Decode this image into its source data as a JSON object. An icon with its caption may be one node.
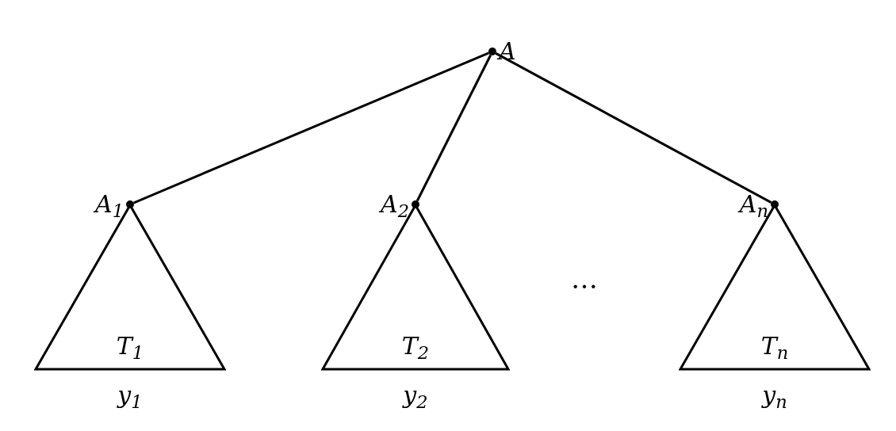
{
  "diagram": {
    "nodes": [
      {
        "text": [
          "A"
        ]
      },
      {
        "text": [
          "A$_{1}$"
        ]
      },
      {
        "text": [
          "A$_{2}$"
        ]
      },
      {
        "text": [
          "A$_{n}$"
        ]
      },
      {
        "text": [
          "T$_{1}$"
        ],
        "beside": [
          "y$_{1}$"
        ]
      },
      {
        "text": [
          "T$_{2}$"
        ],
        "beside": [
          "y$_{2}$"
        ]
      },
      {
        "text": [
          "T$_{n}$"
        ],
        "beside": [
          "y$_{n}$"
        ]
      }
    ],
    "edges": [
      {
        "from": 0,
        "to": 1,
        "arrow": "none"
      },
      {
        "from": 0,
        "to": 2,
        "arrow": "none"
      },
      {
        "from": 0,
        "to": 3,
        "arrow": "none"
      }
    ],
    "labels": [
      "…"
    ]
  }
}
